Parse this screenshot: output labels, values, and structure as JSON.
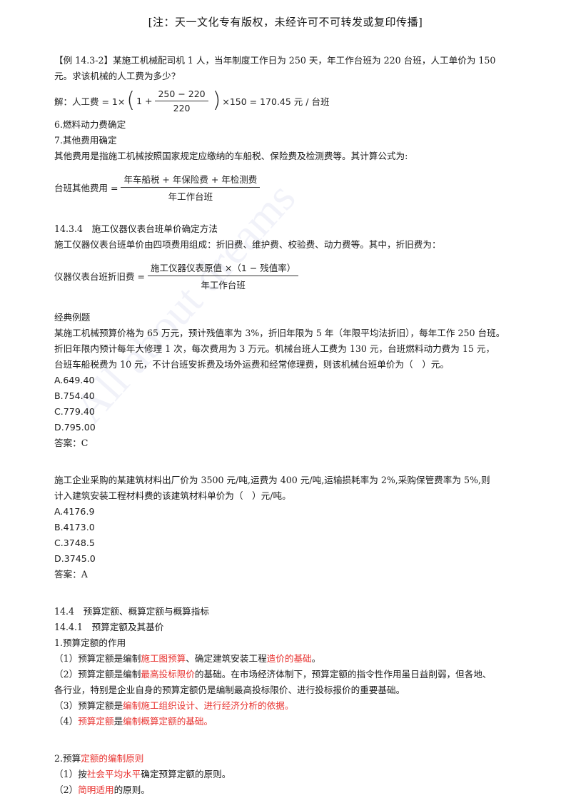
{
  "header": "[注：天一文化专有版权，未经许可不可转发或复印传播]",
  "watermark": "All about dreams",
  "example": {
    "line1": "【例 14.3-2】某施工机械配司机 1 人，当年制度工作日为 250 天，年工作台班为 220 台班，人工单价为 150",
    "line2": "元。求该机械的人工费为多少？",
    "solution": {
      "prefix": "解：人工费 = 1×",
      "one_plus": "1 +",
      "num": "250 − 220",
      "den": "220",
      "suffix": "×150 = 170.45 元 / 台班"
    }
  },
  "sec6": "6.燃料动力费确定",
  "sec7": "7.其他费用确定",
  "other_desc": "其他费用是指施工机械按照国家规定应缴纳的车船税、保险费及检测费等。其计算公式为:",
  "other_formula": {
    "lhs": "台班其他费用 =",
    "num": "年车船税 + 年保险费 + 年检测费",
    "den": "年工作台班"
  },
  "sec1434": "14.3.4　施工仪器仪表台班单价确定方法",
  "instrument_desc": "施工仪器仪表台班单价由四项费用组成：折旧费、维护费、校验费、动力费等。其中，折旧费为：",
  "instrument_formula": {
    "lhs": "仪器仪表台班折旧费 =",
    "num": "施工仪器仪表原值 ×（1 − 残值率）",
    "den": "年工作台班"
  },
  "classic_title": "经典例题",
  "q1": {
    "lines": [
      "某施工机械预算价格为 65 万元，预计残值率为 3%，折旧年限为 5 年（年限平均法折旧），每年工作 250 台班。",
      "折旧年限内预计每年大修理 1 次，每次费用为 3 万元。机械台班人工费为 130 元，台班燃料动力费为 15 元，",
      "台班车船税费为 10 元，不计台班安拆费及场外运费和经常修理费，则该机械台班单价为（　）元。"
    ],
    "options": [
      "A.649.40",
      "B.754.40",
      "C.779.40",
      "D.795.00"
    ],
    "answer": "答案：C"
  },
  "q2": {
    "lines": [
      "施工企业采购的某建筑材料出厂价为 3500 元/吨,运费为 400 元/吨,运输损耗率为 2%,采购保管费率为 5%,则",
      "计入建筑安装工程材料费的该建筑材料单价为（　）元/吨。"
    ],
    "options": [
      "A.4176.9",
      "B.4173.0",
      "C.3748.5",
      "D.3745.0"
    ],
    "answer": "答案：A"
  },
  "sec144": "14.4　预算定额、概算定额与概算指标",
  "sec1441": "14.4.1　预算定额及其基价",
  "role_title": "1.预算定额的作用",
  "roles": {
    "r1": {
      "a": "（1）预算定额是编制",
      "b": "施工图预算",
      "c": "、确定建筑安装工程",
      "d": "造价的基础",
      "e": "。"
    },
    "r2": {
      "a": "（2）预算定额是编制",
      "b": "最高投标限价",
      "c": "的基础。在市场经济体制下，预算定额的指令性作用虽日益削弱，但各地、",
      "line2": "各行业，特别是企业自身的预算定额仍是编制最高投标限价、进行投标报价的重要基础。"
    },
    "r3": {
      "a": "（3）预算定额是",
      "b": "编制施工组织设计、进行经济分析的依据。"
    },
    "r4": {
      "a": "（4）",
      "b": "预算定额",
      "c": "是",
      "d": "编制概算定额的基础。"
    }
  },
  "principle_title": {
    "a": "2.预算",
    "b": "定额的编制原则"
  },
  "principles": {
    "p1": {
      "a": "（1）按",
      "b": "社会平均水平",
      "c": "确定预算定额的原则。"
    },
    "p2": {
      "a": "（2）",
      "b": "简明适用",
      "c": "的原则。"
    }
  }
}
